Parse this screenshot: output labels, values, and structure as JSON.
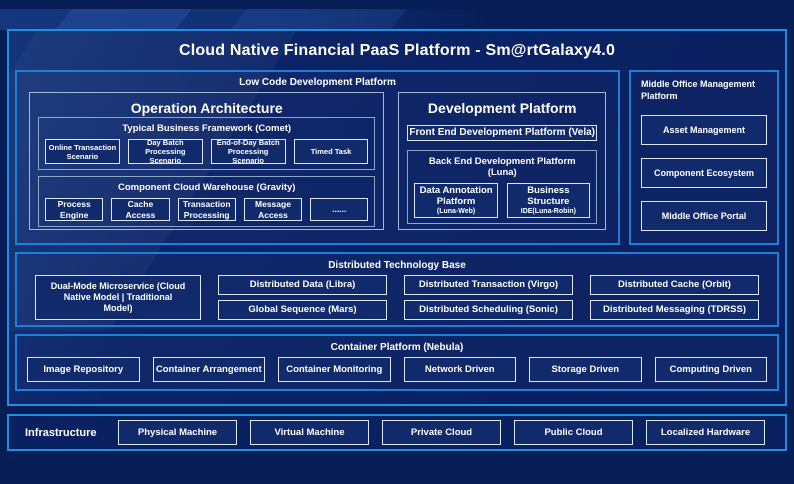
{
  "title": "Cloud Native Financial PaaS Platform - Sm@rtGalaxy4.0",
  "colors": {
    "page_bg": "#061d56",
    "panel_bg": "#0c2467",
    "accent_border": "#1f8ee4",
    "leaf_border": "#dde8f6",
    "text": "#ffffff"
  },
  "low_code": {
    "label": "Low Code Development Platform",
    "operation_architecture": {
      "title": "Operation Architecture",
      "comet": {
        "title": "Typical Business Framework (Comet)",
        "items": [
          "Online Transaction Scenario",
          "Day Batch Processing Scenario",
          "End-of-Day Batch Processing Scenario",
          "Timed Task"
        ]
      },
      "gravity": {
        "title": "Component Cloud Warehouse (Gravity)",
        "items": [
          "Process Engine",
          "Cache Access",
          "Transaction Processing",
          "Message Access",
          "......"
        ]
      }
    },
    "development_platform": {
      "title": "Development Platform",
      "front_end": "Front End Development Platform (Vela)",
      "back_end": {
        "title": "Back End Development Platform (Luna)",
        "items": [
          {
            "lines": [
              "Data Annotation",
              "Platform",
              "(Luna-Web)"
            ]
          },
          {
            "lines": [
              "Business",
              "Structure",
              "IDE(Luna-Robin)"
            ]
          }
        ]
      }
    }
  },
  "middle_office": {
    "label": "Middle Office Management Platform",
    "items": [
      "Asset Management",
      "Component Ecosystem",
      "Middle Office Portal"
    ]
  },
  "distributed": {
    "label": "Distributed Technology Base",
    "dual_mode": "Dual-Mode Microservice (Cloud Native Model | Traditional Model)",
    "columns": [
      [
        "Distributed Data (Libra)",
        "Global Sequence (Mars)"
      ],
      [
        "Distributed Transaction (Virgo)",
        "Distributed Scheduling (Sonic)"
      ],
      [
        "Distributed Cache (Orbit)",
        "Distributed Messaging (TDRSS)"
      ]
    ]
  },
  "container_platform": {
    "label": "Container Platform (Nebula)",
    "items": [
      "Image Repository",
      "Container Arrangement",
      "Container Monitoring",
      "Network Driven",
      "Storage Driven",
      "Computing Driven"
    ]
  },
  "infrastructure": {
    "label": "Infrastructure",
    "items": [
      "Physical Machine",
      "Virtual Machine",
      "Private Cloud",
      "Public Cloud",
      "Localized Hardware"
    ]
  }
}
